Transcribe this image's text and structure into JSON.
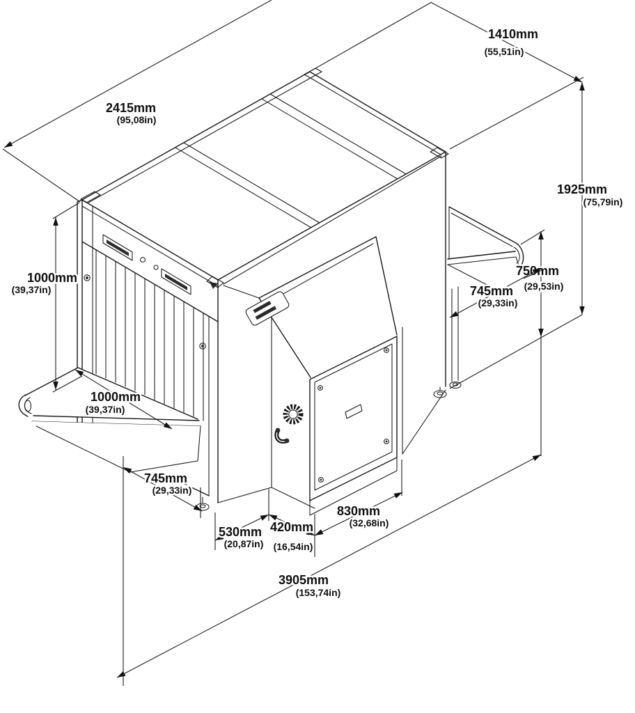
{
  "diagram": {
    "subject": "X-ray baggage inspection system - isometric outline drawing with overall dimensions",
    "drawing_type": "isometric technical dimension drawing",
    "units": [
      "mm",
      "in"
    ],
    "line_color": "#161616",
    "background_color": "#ffffff",
    "dimensions": {
      "cabinet_length": {
        "mm": "2415mm",
        "inch": "(95,08in)"
      },
      "cabinet_width": {
        "mm": "1410mm",
        "inch": "(55,51in)"
      },
      "overall_height": {
        "mm": "1925mm",
        "inch": "(75,79in)"
      },
      "tunnel_height": {
        "mm": "1000mm",
        "inch": "(39,37in)"
      },
      "conveyor_height": {
        "mm": "750mm",
        "inch": "(29,53in)"
      },
      "exit_conveyor_width": {
        "mm": "745mm",
        "inch": "(29,33in)"
      },
      "tunnel_width": {
        "mm": "1000mm",
        "inch": "(39,37in)"
      },
      "entry_conveyor_width": {
        "mm": "745mm",
        "inch": "(29,33in)"
      },
      "base_front_section": {
        "mm": "530mm",
        "inch": "(20,87in)"
      },
      "base_step_section": {
        "mm": "420mm",
        "inch": "(16,54in)"
      },
      "service_panel_length": {
        "mm": "830mm",
        "inch": "(32,68in)"
      },
      "overall_length": {
        "mm": "3905mm",
        "inch": "(153,74in)"
      }
    }
  }
}
